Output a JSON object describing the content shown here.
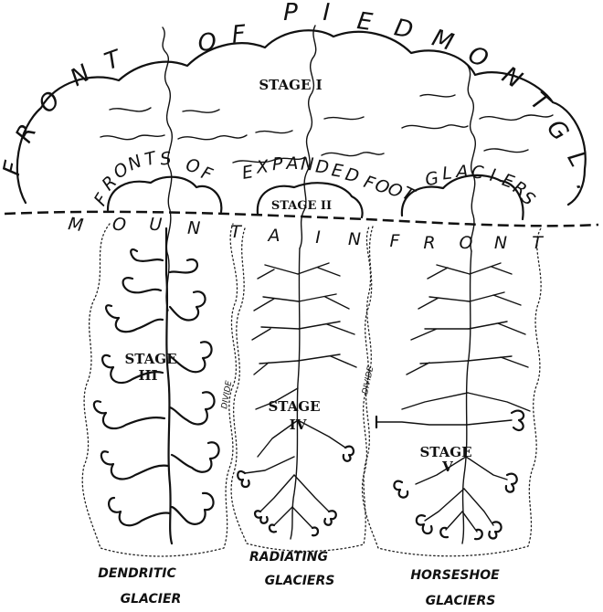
{
  "labels": {
    "piedmont_front": "FRONT OF PIEDMONT GL.",
    "expanded_fronts": "FRONTS OF EXPANDED FOOT GLACIERS",
    "mountain_front": "MOUNTAIN FRONT",
    "divide": "DIVIDE"
  },
  "stages": {
    "one": [
      "STAGE I"
    ],
    "two": [
      "STAGE II"
    ],
    "three": [
      "STAGE",
      "III"
    ],
    "four": [
      "STAGE",
      "IV"
    ],
    "five": [
      "STAGE",
      "V"
    ]
  },
  "captions": {
    "dendritic": [
      "DENDRITIC",
      "GLACIER"
    ],
    "radiating": [
      "RADIATING",
      "GLACIERS"
    ],
    "horseshoe": [
      "HORSESHOE",
      "GLACIERS"
    ]
  },
  "colors": {
    "ink": "#111111",
    "paper": "#ffffff"
  }
}
